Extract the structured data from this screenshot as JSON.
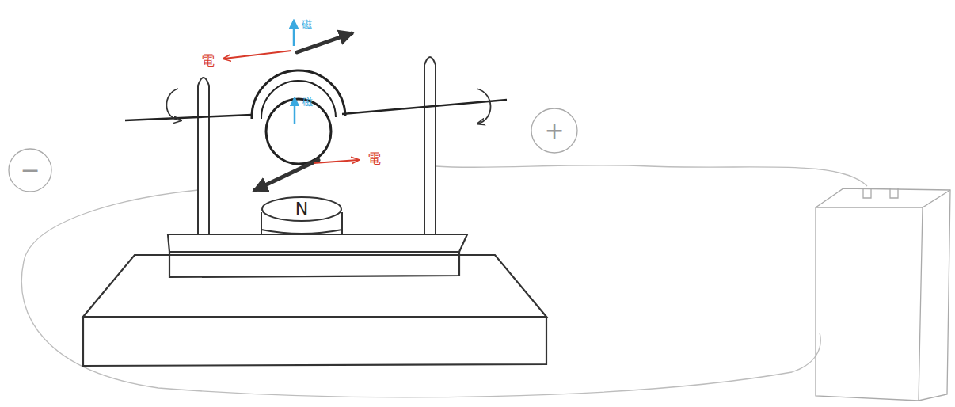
{
  "diagram": {
    "nodes": [
      {
        "text": [
          "−"
        ]
      },
      {
        "text": [
          "N"
        ]
      },
      {
        "text": [
          "+"
        ]
      }
    ],
    "labels": [
      "磁",
      "電",
      "磁",
      "電"
    ]
  }
}
